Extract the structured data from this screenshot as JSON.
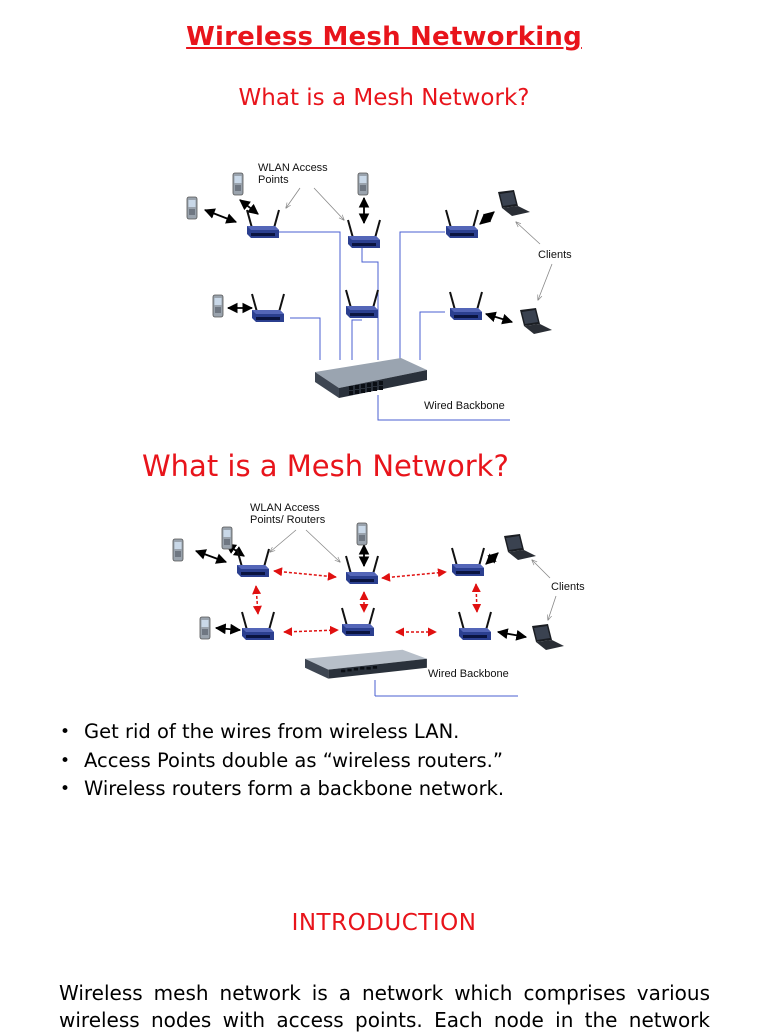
{
  "document": {
    "title": "Wireless Mesh Networking",
    "subtitle_1": "What is a Mesh Network?",
    "subtitle_2": "What is a Mesh Network?"
  },
  "diagram_1": {
    "label_access_points": [
      "WLAN Access",
      "Points"
    ],
    "label_clients": "Clients",
    "label_backbone": "Wired Backbone"
  },
  "diagram_2": {
    "label_access_points": [
      "WLAN Access",
      "Points/ Routers"
    ],
    "label_clients": "Clients",
    "label_backbone": "Wired Backbone"
  },
  "bullets": [
    "Get rid of the wires from wireless LAN.",
    "Access Points double as “wireless routers.”",
    "Wireless routers form a backbone network."
  ],
  "introduction": {
    "heading": "INTRODUCTION",
    "paragraph": "Wireless mesh network is a network which comprises various wireless nodes with access points. Each node in the network"
  },
  "colors": {
    "heading": "#e8141b",
    "router": "#2b3f8f",
    "mesh_link": "#e01010",
    "wire": "#4a5fd0"
  }
}
